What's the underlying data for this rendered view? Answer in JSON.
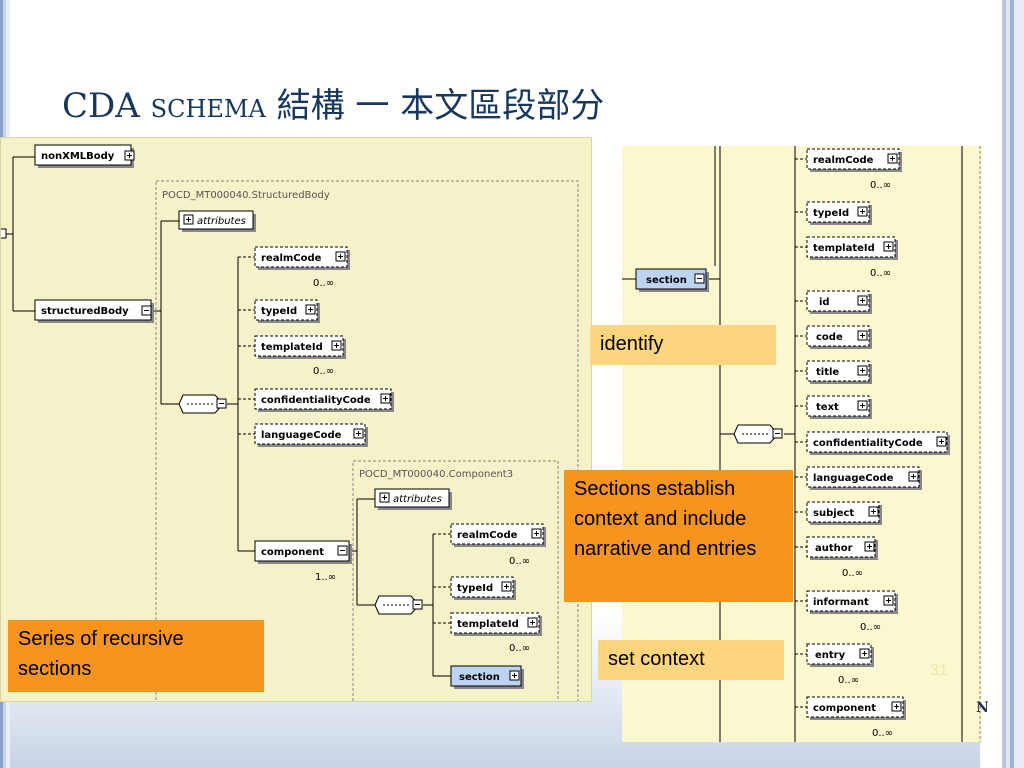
{
  "slide": {
    "title_main": "CDA ",
    "title_small": "SCHEMA",
    "title_cjk": " 結構 一 本文區段部分",
    "page_number": "31",
    "corner_mark": "N"
  },
  "left_diagram": {
    "nonxmlbody": "nonXMLBody",
    "structuredbody": "structuredBody",
    "group_label": "POCD_MT000040.StructuredBody",
    "attributes": "attributes",
    "realmcode": "realmCode",
    "realmcode_card": "0..∞",
    "typeid": "typeId",
    "templateid": "templateId",
    "templateid_card": "0..∞",
    "confidentialitycode": "confidentialityCode",
    "languagecode": "languageCode",
    "component": "component",
    "component_card": "1..∞",
    "component_group_label": "POCD_MT000040.Component3",
    "c_attributes": "attributes",
    "c_realmcode": "realmCode",
    "c_realmcode_card": "0..∞",
    "c_typeid": "typeId",
    "c_templateid": "templateId",
    "c_templateid_card": "0..∞",
    "c_section": "section"
  },
  "right_diagram": {
    "section": "section",
    "realmcode": "realmCode",
    "realmcode_card": "0..∞",
    "typeid": "typeId",
    "templateid": "templateId",
    "templateid_card": "0..∞",
    "id": "id",
    "code": "code",
    "title": "title",
    "text": "text",
    "confidentialitycode": "confidentialityCode",
    "languagecode": "languageCode",
    "subject": "subject",
    "author": "author",
    "author_card": "0..∞",
    "informant": "informant",
    "informant_card": "0..∞",
    "entry": "entry",
    "entry_card": "0..∞",
    "component": "component",
    "component_card": "0..∞"
  },
  "callouts": {
    "recursive": "Series of recursive sections",
    "identify": "identify",
    "establish": "Sections establish context and include narrative and entries",
    "set_context": "set context"
  },
  "colors": {
    "diagram_bg": "#f5f2c9",
    "callout_orange": "#f7941d",
    "callout_light": "#fcd67f",
    "title_color": "#17375e",
    "section_fill": "#bcd4f0"
  }
}
